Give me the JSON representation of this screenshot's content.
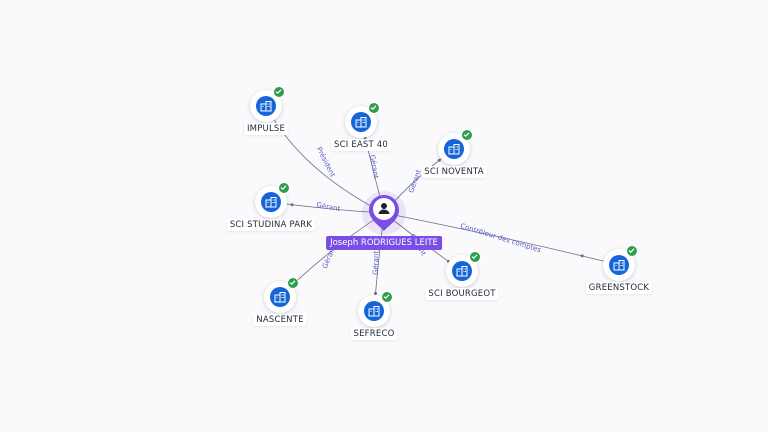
{
  "person": {
    "name": "Joseph RODRIGUES LEITE"
  },
  "companies": [
    {
      "id": "impulse",
      "name": "IMPULSE"
    },
    {
      "id": "east40",
      "name": "SCI EAST 40"
    },
    {
      "id": "noventa",
      "name": "SCI NOVENTA"
    },
    {
      "id": "studina",
      "name": "SCI STUDINA PARK"
    },
    {
      "id": "greenstock",
      "name": "GREENSTOCK"
    },
    {
      "id": "nascente",
      "name": "NASCENTE"
    },
    {
      "id": "sefreco",
      "name": "SEFRECO"
    },
    {
      "id": "bourgeot",
      "name": "SCI BOURGEOT"
    }
  ],
  "relations": [
    {
      "target": "impulse",
      "label": "Président"
    },
    {
      "target": "east40",
      "label": "Gérant"
    },
    {
      "target": "noventa",
      "label": "Gérant"
    },
    {
      "target": "studina",
      "label": "Gérant"
    },
    {
      "target": "greenstock",
      "label": "Contrôleur des comptes"
    },
    {
      "target": "nascente",
      "label": "Gérant"
    },
    {
      "target": "sefreco",
      "label": "Gérant"
    },
    {
      "target": "bourgeot",
      "label": "Gérant"
    }
  ],
  "colors": {
    "accent": "#7a4ee6",
    "company": "#1565d8",
    "status": "#2e9d4c",
    "edge": "#6b7080"
  },
  "icons": {
    "person": "person-icon",
    "company": "building-icon",
    "status": "check-icon"
  }
}
